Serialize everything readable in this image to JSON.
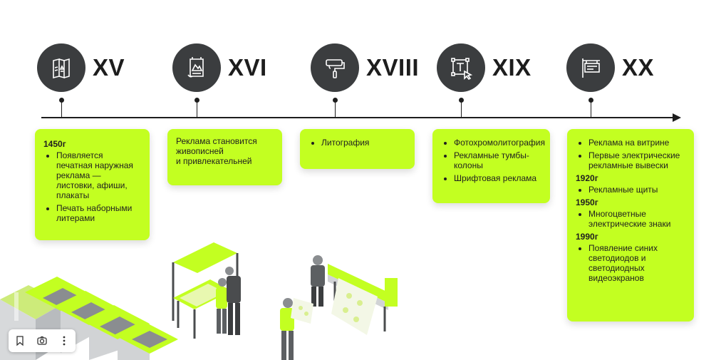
{
  "eras": [
    {
      "label": "XV",
      "icon": "leaflet-icon"
    },
    {
      "label": "XVI",
      "icon": "poster-icon"
    },
    {
      "label": "XVIII",
      "icon": "paint-roller-icon"
    },
    {
      "label": "XIX",
      "icon": "text-frame-icon"
    },
    {
      "label": "XX",
      "icon": "signboard-icon"
    }
  ],
  "cards": [
    {
      "sections": [
        {
          "year": "1450г",
          "items": [
            "Появляется\nпечатная наружная\nреклама —\nлистовки, афиши,\nплакаты",
            "Печать наборными\nлитерами"
          ]
        }
      ]
    },
    {
      "text": "Реклама становится\nживописней\nи привлекательней"
    },
    {
      "sections": [
        {
          "items": [
            "Литография"
          ]
        }
      ]
    },
    {
      "sections": [
        {
          "items": [
            "Фотохромолитография",
            "Рекламные тумбы-\nколоны",
            "Шрифтовая реклама"
          ]
        }
      ]
    },
    {
      "sections": [
        {
          "items": [
            "Реклама на витрине",
            "Первые электрические\nрекламные вывески"
          ]
        },
        {
          "year": "1920г",
          "items": [
            "Рекламные щиты"
          ]
        },
        {
          "year": "1950г",
          "items": [
            "Многоцветные\nэлектрические знаки"
          ]
        },
        {
          "year": "1990г",
          "items": [
            "Появление синих\nсветодиодов и\nсветодиодных\nвидеоэкранов"
          ]
        }
      ]
    }
  ],
  "colors": {
    "accent": "#c3ff21",
    "dark": "#3b3d3f"
  },
  "toolbar": {
    "icons": [
      "bookmark-icon",
      "camera-icon",
      "more-icon"
    ]
  }
}
